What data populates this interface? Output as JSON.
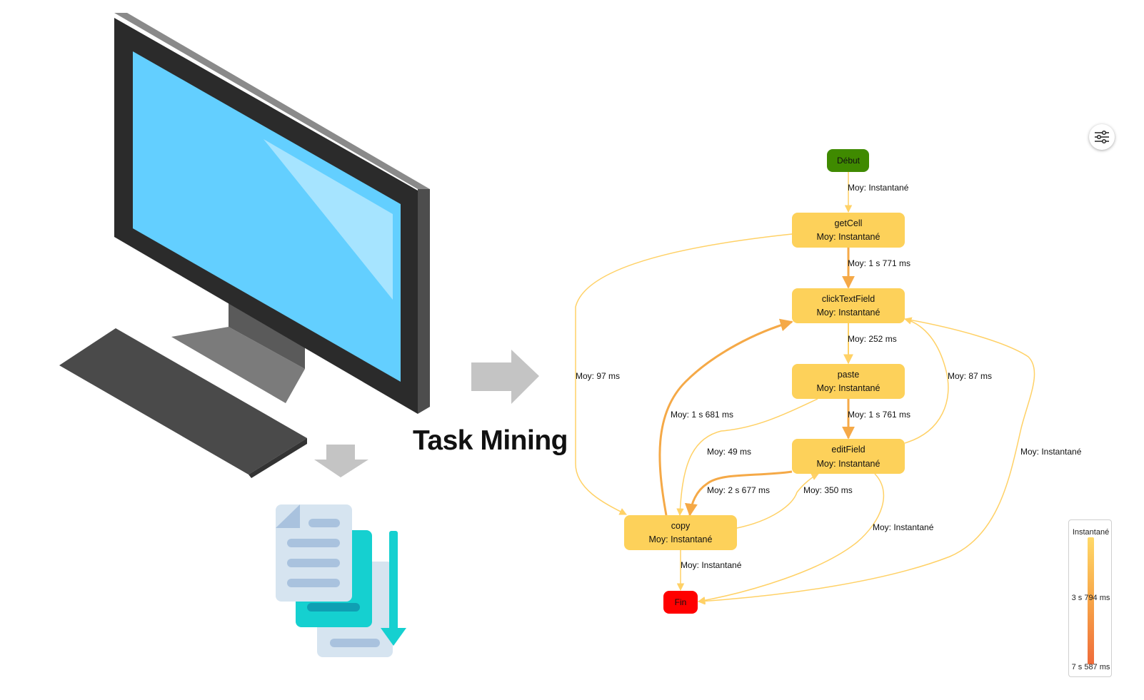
{
  "title": "Task Mining",
  "diagram": {
    "nodes": [
      {
        "id": "debut",
        "label": "Début"
      },
      {
        "id": "getCell",
        "label": "getCell",
        "sub": "Moy: Instantané"
      },
      {
        "id": "clickTextField",
        "label": "clickTextField",
        "sub": "Moy: Instantané"
      },
      {
        "id": "paste",
        "label": "paste",
        "sub": "Moy: Instantané"
      },
      {
        "id": "editField",
        "label": "editField",
        "sub": "Moy: Instantané"
      },
      {
        "id": "copy",
        "label": "copy",
        "sub": "Moy: Instantané"
      },
      {
        "id": "fin",
        "label": "Fin"
      }
    ],
    "edges": [
      {
        "id": "debut-getCell",
        "label": "Moy: Instantané"
      },
      {
        "id": "getCell-clickTextField",
        "label": "Moy: 1 s 771 ms"
      },
      {
        "id": "clickTextField-paste",
        "label": "Moy: 252 ms"
      },
      {
        "id": "paste-editField",
        "label": "Moy: 1 s 761 ms"
      },
      {
        "id": "getCell-copy",
        "label": "Moy: 97 ms"
      },
      {
        "id": "copy-clickTextField",
        "label": "Moy: 1 s 681 ms"
      },
      {
        "id": "paste-copy",
        "label": "Moy: 49 ms"
      },
      {
        "id": "editField-copy",
        "label": "Moy: 2 s 677 ms"
      },
      {
        "id": "copy-editField",
        "label": "Moy: 350 ms"
      },
      {
        "id": "editField-clickTextField",
        "label": "Moy: 87 ms"
      },
      {
        "id": "clickTextField-fin",
        "label": "Moy: Instantané"
      },
      {
        "id": "editField-fin",
        "label": "Moy: Instantané"
      },
      {
        "id": "copy-fin",
        "label": "Moy: Instantané"
      }
    ]
  },
  "legend": {
    "top": "Instantané",
    "middle": "3 s 794 ms",
    "bottom": "7 s 587 ms"
  },
  "controls": {
    "settings_icon": "sliders-icon"
  },
  "colors": {
    "node_fill": "#fdd15a",
    "start_fill": "#3f8a00",
    "end_fill": "#ff0000",
    "edge_light": "#ffd166",
    "edge_heavy": "#f5a947",
    "screen": "#63cfff",
    "arrow_gray": "#c4c4c4"
  }
}
